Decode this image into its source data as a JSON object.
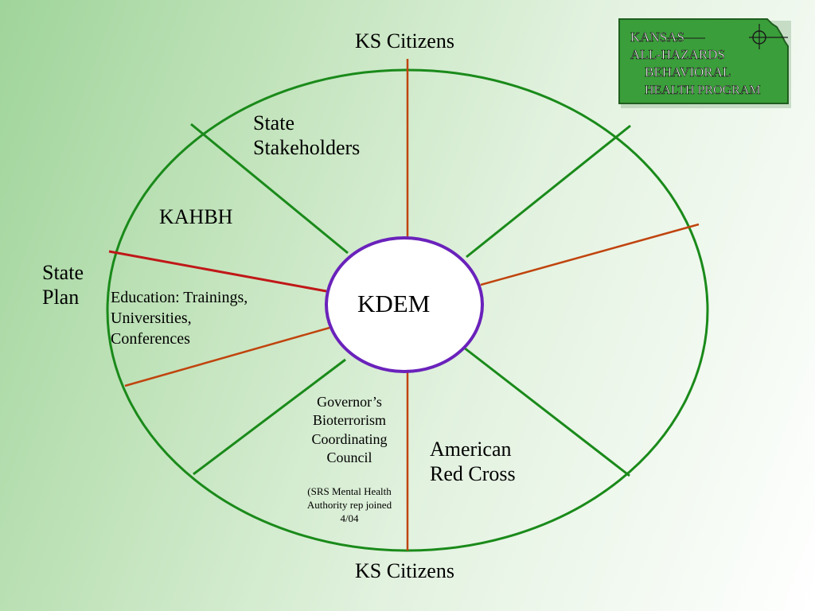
{
  "diagram": {
    "center": "KDEM",
    "top": "KS Citizens",
    "bottom": "KS Citizens",
    "left_outside": [
      "State",
      "Plan"
    ],
    "sectors": {
      "state_stakeholders": [
        "State",
        "Stakeholders"
      ],
      "kahbh": "KAHBH",
      "education": [
        "Education: Trainings,",
        "Universities,",
        "Conferences"
      ],
      "governors_council": [
        "Governor’s",
        "Bioterrorism",
        "Coordinating",
        "Council"
      ],
      "governors_note": [
        "(SRS Mental Health",
        "Authority rep joined",
        "4/04"
      ],
      "american_red_cross": [
        "American",
        "Red Cross"
      ]
    }
  },
  "logo": {
    "lines": [
      "KANSAS",
      "ALL-HAZARDS",
      "BEHAVIORAL",
      "HEALTH PROGRAM"
    ]
  },
  "colors": {
    "ring": "#1a8a1a",
    "green_line": "#1a8a1a",
    "orange_line": "#c0440e",
    "red_line": "#c01818",
    "center_border": "#6a22bb",
    "logo_fill": "#3a9e3a"
  }
}
